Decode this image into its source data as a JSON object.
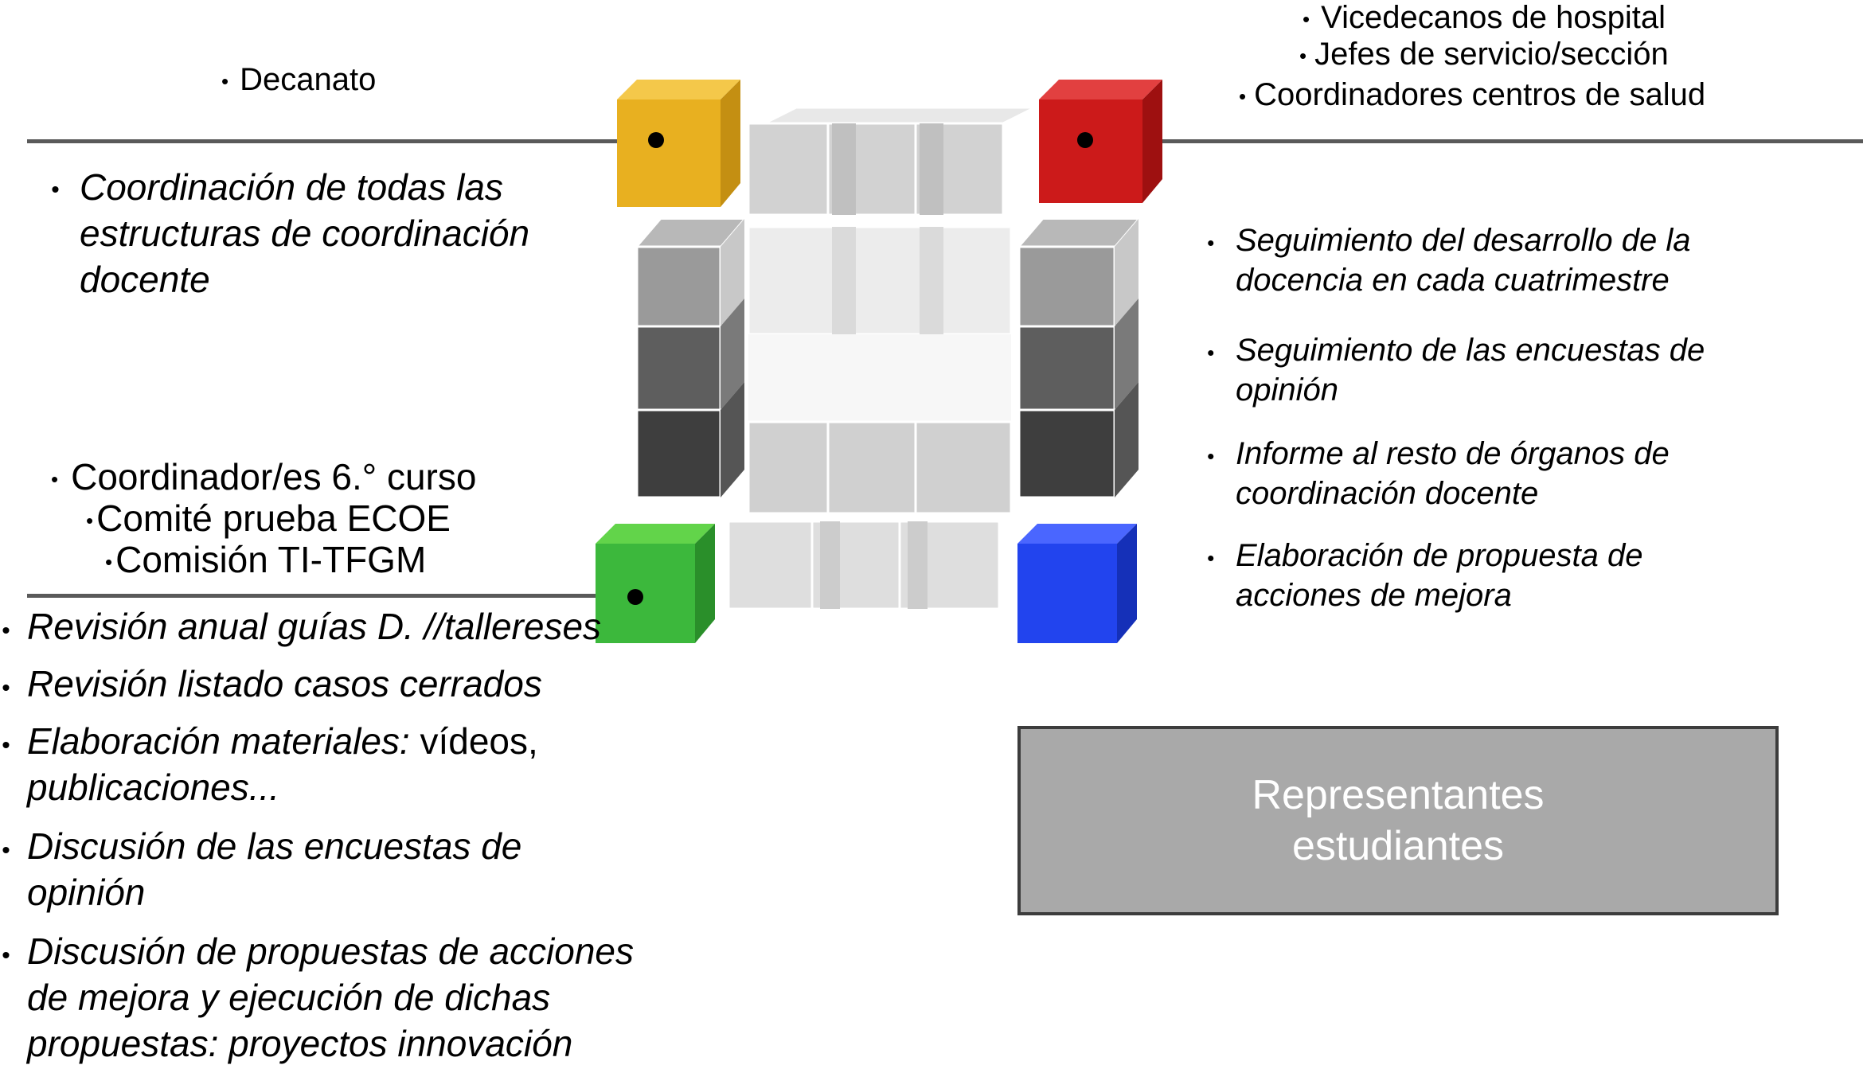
{
  "top_left": {
    "decanato": "Decanato"
  },
  "top_right": {
    "items": [
      "Vicedecanos de hospital",
      "Jefes de servicio/sección",
      "Coordinadores centros de salud"
    ]
  },
  "left_upper": {
    "lines": [
      "Coordinación de todas las",
      "estructuras de coordinación",
      "docente"
    ]
  },
  "left_middle": {
    "items": [
      "Coordinador/es 6.° curso",
      "Comité prueba ECOE",
      "Comisión TI-TFGM"
    ]
  },
  "left_lower": {
    "items": [
      {
        "lines": [
          "Revisión anual guías D. //talleres"
        ],
        "trail": "es"
      },
      {
        "lines": [
          "Revisión listado casos cerrados"
        ]
      },
      {
        "lines": [
          "Elaboración materiales:",
          "publicaciones..."
        ],
        "plain_tail": " vídeos,"
      },
      {
        "lines": [
          "Discusión de las encuestas de",
          "opinión"
        ]
      },
      {
        "lines": [
          "Discusión de propuestas de acciones",
          "de mejora y ejecución de dichas",
          "propuestas: proyectos innovación"
        ]
      }
    ]
  },
  "right_items": [
    {
      "lines": [
        "Seguimiento del desarrollo de la",
        "docencia en cada cuatrimestre"
      ]
    },
    {
      "lines": [
        "Seguimiento de las encuestas de",
        "opinión"
      ]
    },
    {
      "lines": [
        "Informe al resto de órganos de",
        "coordinación docente"
      ]
    },
    {
      "lines": [
        "Elaboración de propuesta de",
        "acciones de mejora"
      ]
    }
  ],
  "rep_box": {
    "line1": "Representantes",
    "line2": "estudiantes"
  },
  "colors": {
    "yellow": "#e8b020",
    "red": "#cc1a1a",
    "green": "#3cb83c",
    "blue": "#2244ee",
    "box_bg": "#a9a9a9",
    "line": "#5a5a5a"
  },
  "icons": [
    "yellow-cube-icon",
    "red-cube-icon",
    "green-cube-icon",
    "blue-cube-icon",
    "central-cube-structure"
  ]
}
